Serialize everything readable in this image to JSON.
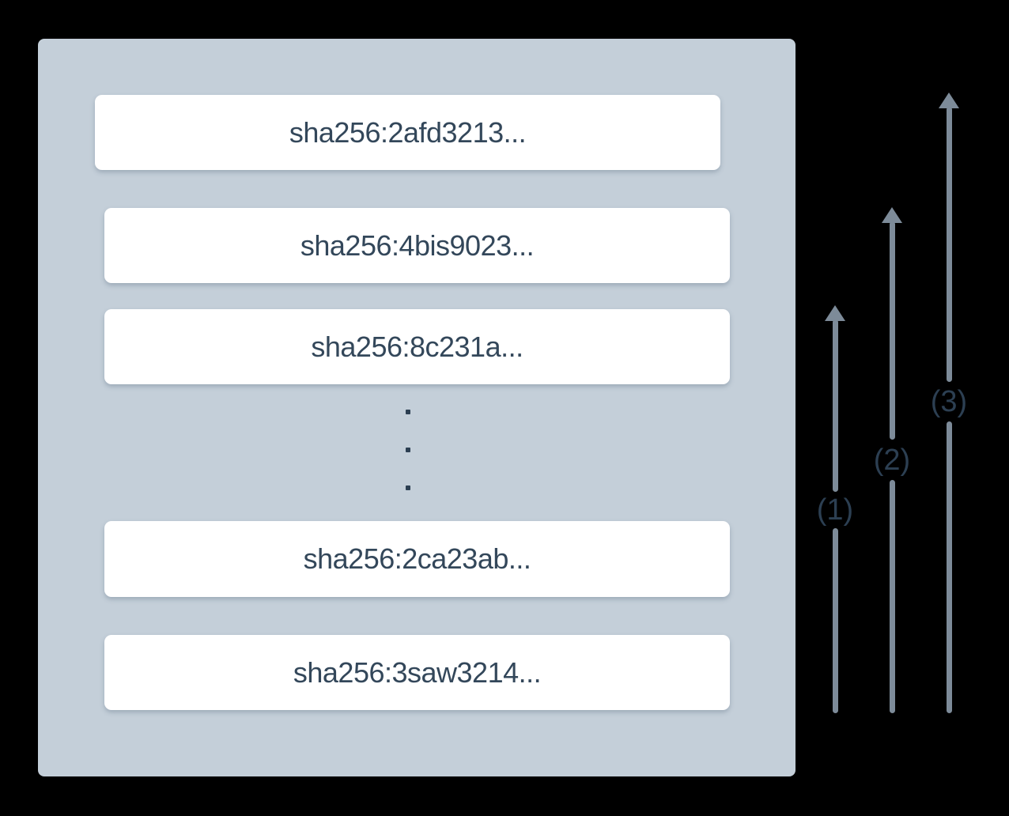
{
  "palette": {
    "page_bg": "#000000",
    "container_bg": "#c4cfd9",
    "box_bg": "#ffffff",
    "hash_text": "#33475a",
    "arrow": "#7d8b99",
    "label_text": "#2c3f52"
  },
  "diagram": {
    "layers": [
      {
        "hash": "sha256:2afd3213..."
      },
      {
        "hash": "sha256:4bis9023..."
      },
      {
        "hash": "sha256:8c231a..."
      },
      {
        "hash": "sha256:2ca23ab..."
      },
      {
        "hash": "sha256:3saw3214..."
      }
    ],
    "ellipsis": "...",
    "arrows": [
      {
        "label": "(1)"
      },
      {
        "label": "(2)"
      },
      {
        "label": "(3)"
      }
    ]
  }
}
